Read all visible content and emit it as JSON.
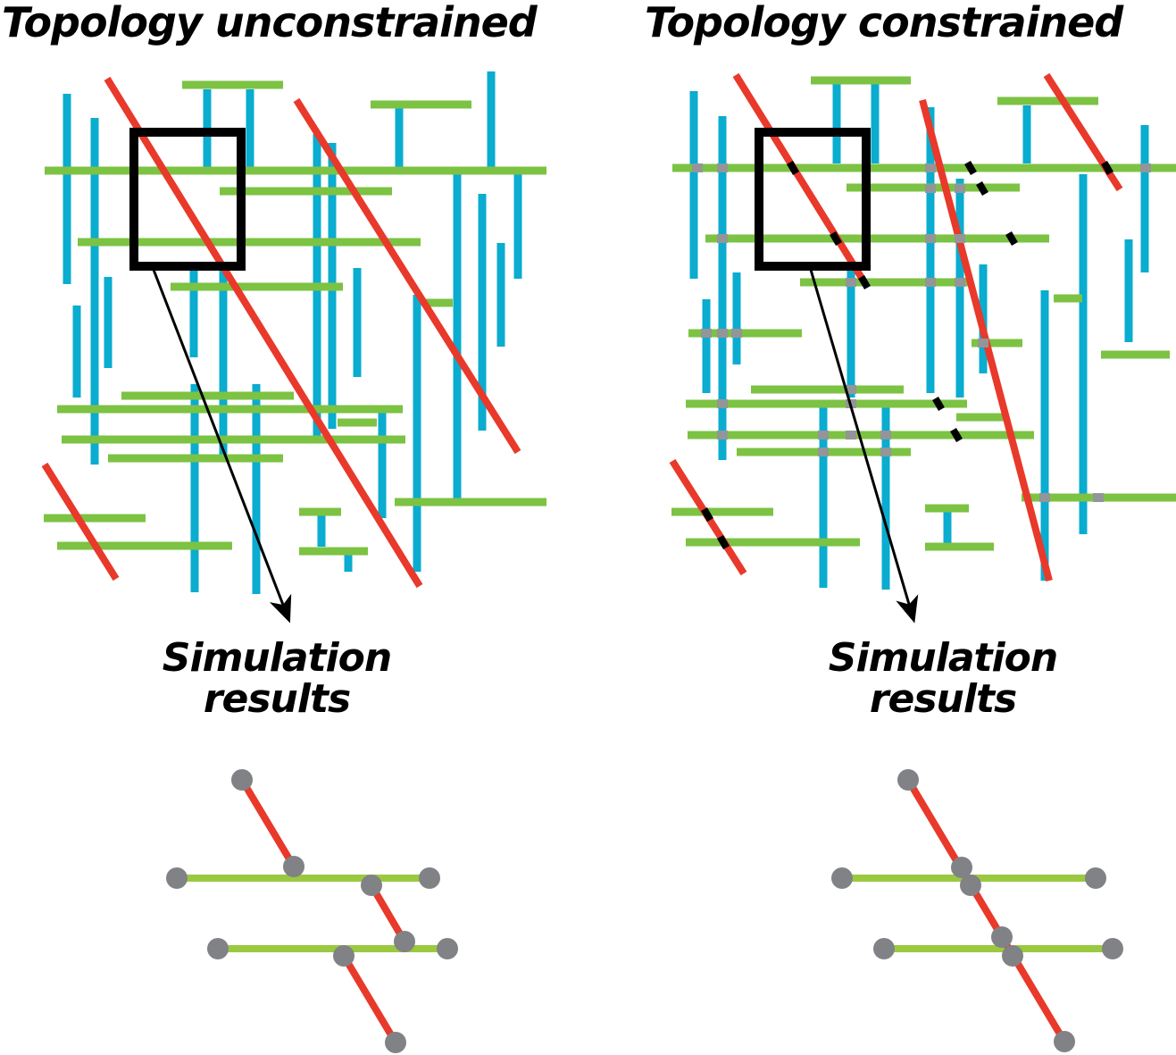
{
  "panels": [
    {
      "title": "Topology unconstrained",
      "caption_line1": "Simulation",
      "caption_line2": "results"
    },
    {
      "title": "Topology constrained",
      "caption_line1": "Simulation",
      "caption_line2": "results"
    }
  ],
  "colors": {
    "vertical_fracture": "#0aaccf",
    "horizontal_fracture": "#7cc243",
    "diagonal_fracture": "#e8392a",
    "intersection_node": "#939598",
    "constrained_crossing": "#000000",
    "result_node": "#808285",
    "result_horizontal": "#9ac940",
    "zoom_box": "#000000"
  }
}
